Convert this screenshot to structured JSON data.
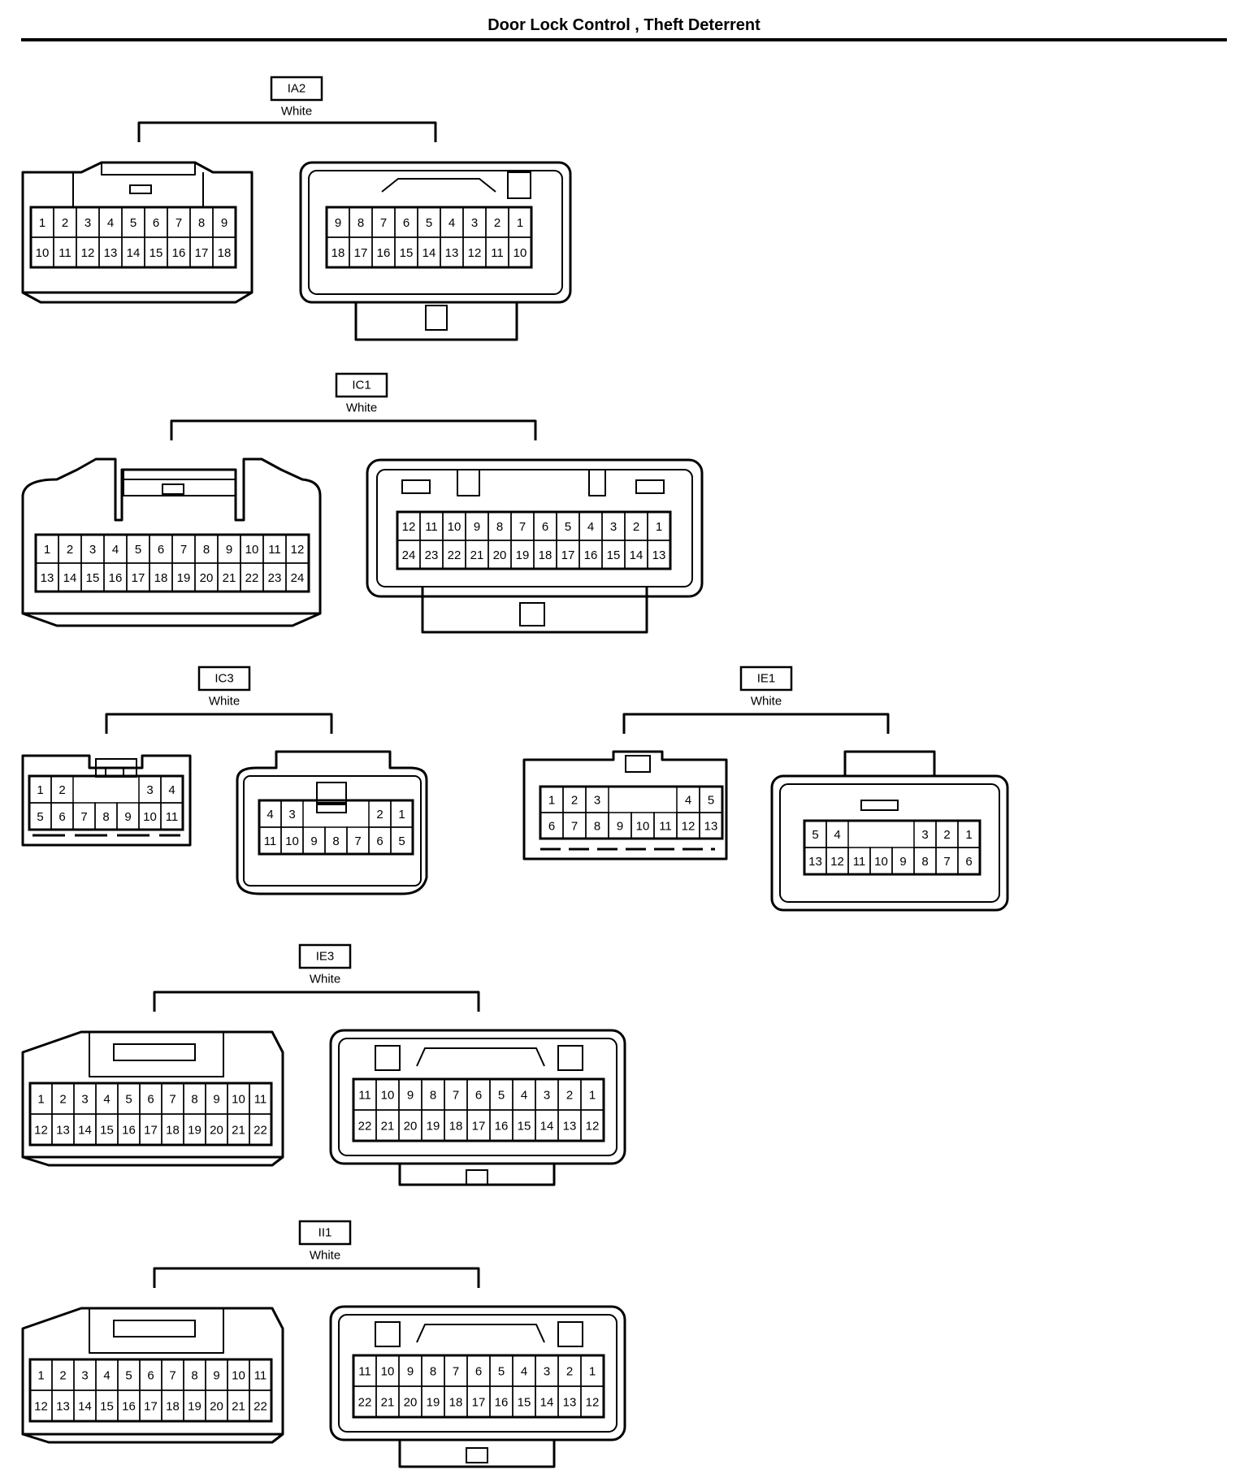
{
  "page": {
    "title": "Door Lock Control , Theft Deterrent"
  },
  "connectors": [
    {
      "id": "IA2",
      "color": "White",
      "left": {
        "rows": [
          [
            "1",
            "2",
            "3",
            "4",
            "5",
            "6",
            "7",
            "8",
            "9"
          ],
          [
            "10",
            "11",
            "12",
            "13",
            "14",
            "15",
            "16",
            "17",
            "18"
          ]
        ]
      },
      "right": {
        "rows": [
          [
            "9",
            "8",
            "7",
            "6",
            "5",
            "4",
            "3",
            "2",
            "1"
          ],
          [
            "18",
            "17",
            "16",
            "15",
            "14",
            "13",
            "12",
            "11",
            "10"
          ]
        ]
      }
    },
    {
      "id": "IC1",
      "color": "White",
      "left": {
        "rows": [
          [
            "1",
            "2",
            "3",
            "4",
            "5",
            "6",
            "7",
            "8",
            "9",
            "10",
            "11",
            "12"
          ],
          [
            "13",
            "14",
            "15",
            "16",
            "17",
            "18",
            "19",
            "20",
            "21",
            "22",
            "23",
            "24"
          ]
        ]
      },
      "right": {
        "rows": [
          [
            "12",
            "11",
            "10",
            "9",
            "8",
            "7",
            "6",
            "5",
            "4",
            "3",
            "2",
            "1"
          ],
          [
            "24",
            "23",
            "22",
            "21",
            "20",
            "19",
            "18",
            "17",
            "16",
            "15",
            "14",
            "13"
          ]
        ]
      }
    },
    {
      "id": "IC3",
      "color": "White",
      "left": {
        "rows": [
          [
            "1",
            "2",
            "",
            "",
            "",
            "3",
            "4"
          ],
          [
            "5",
            "6",
            "7",
            "8",
            "9",
            "10",
            "11"
          ]
        ]
      },
      "right": {
        "rows": [
          [
            "4",
            "3",
            "",
            "",
            "",
            "2",
            "1"
          ],
          [
            "11",
            "10",
            "9",
            "8",
            "7",
            "6",
            "5"
          ]
        ]
      }
    },
    {
      "id": "IE1",
      "color": "White",
      "left": {
        "rows": [
          [
            "1",
            "2",
            "3",
            "",
            "",
            "",
            "4",
            "5"
          ],
          [
            "6",
            "7",
            "8",
            "9",
            "10",
            "11",
            "12",
            "13"
          ]
        ]
      },
      "right": {
        "rows": [
          [
            "5",
            "4",
            "",
            "",
            "",
            "3",
            "2",
            "1"
          ],
          [
            "13",
            "12",
            "11",
            "10",
            "9",
            "8",
            "7",
            "6"
          ]
        ]
      }
    },
    {
      "id": "IE3",
      "color": "White",
      "left": {
        "rows": [
          [
            "1",
            "2",
            "3",
            "4",
            "5",
            "6",
            "7",
            "8",
            "9",
            "10",
            "11"
          ],
          [
            "12",
            "13",
            "14",
            "15",
            "16",
            "17",
            "18",
            "19",
            "20",
            "21",
            "22"
          ]
        ]
      },
      "right": {
        "rows": [
          [
            "11",
            "10",
            "9",
            "8",
            "7",
            "6",
            "5",
            "4",
            "3",
            "2",
            "1"
          ],
          [
            "22",
            "21",
            "20",
            "19",
            "18",
            "17",
            "16",
            "15",
            "14",
            "13",
            "12"
          ]
        ]
      }
    },
    {
      "id": "II1",
      "color": "White",
      "left": {
        "rows": [
          [
            "1",
            "2",
            "3",
            "4",
            "5",
            "6",
            "7",
            "8",
            "9",
            "10",
            "11"
          ],
          [
            "12",
            "13",
            "14",
            "15",
            "16",
            "17",
            "18",
            "19",
            "20",
            "21",
            "22"
          ]
        ]
      },
      "right": {
        "rows": [
          [
            "11",
            "10",
            "9",
            "8",
            "7",
            "6",
            "5",
            "4",
            "3",
            "2",
            "1"
          ],
          [
            "22",
            "21",
            "20",
            "19",
            "18",
            "17",
            "16",
            "15",
            "14",
            "13",
            "12"
          ]
        ]
      }
    }
  ]
}
